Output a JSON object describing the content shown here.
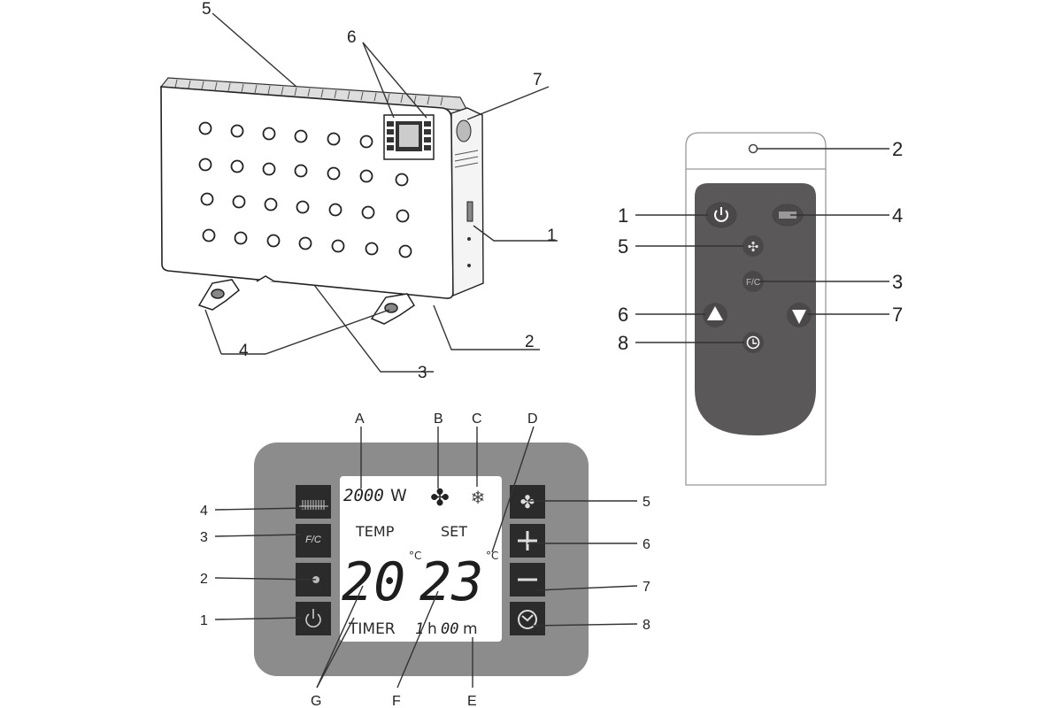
{
  "heater": {
    "callouts": [
      "1",
      "2",
      "3",
      "4",
      "5",
      "6",
      "7"
    ]
  },
  "remote": {
    "callouts": [
      "1",
      "2",
      "3",
      "4",
      "5",
      "6",
      "7",
      "8"
    ],
    "buttons": {
      "fc": "F/C"
    }
  },
  "panel": {
    "letter_callouts": [
      "A",
      "B",
      "C",
      "D",
      "E",
      "F",
      "G"
    ],
    "left_callouts": [
      "4",
      "3",
      "2",
      "1"
    ],
    "right_callouts": [
      "5",
      "6",
      "7",
      "8"
    ],
    "lcd": {
      "power": "2000",
      "power_unit": "W",
      "temp_label": "TEMP",
      "set_label": "SET",
      "current_temp": "20",
      "set_temp": "23",
      "unit": "°C",
      "timer_label": "TIMER",
      "timer_hours": "1",
      "timer_h": "h",
      "timer_minutes": "00",
      "timer_m": "m"
    },
    "buttons": {
      "fc": "F/C"
    }
  },
  "colors": {
    "panel": "#8c8c8c",
    "button": "#2b2b2b",
    "remote_panel": "#5a5858"
  }
}
